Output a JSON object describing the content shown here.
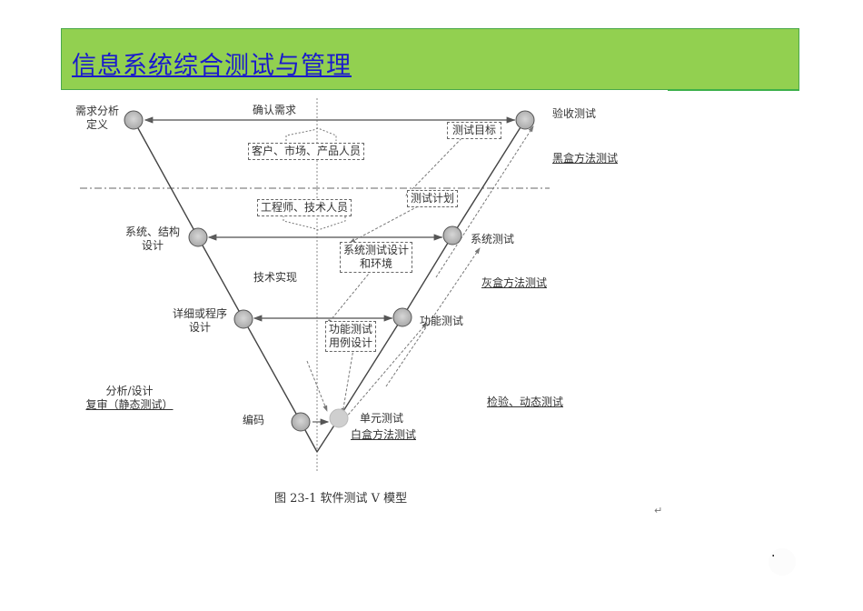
{
  "slide": {
    "title": "信息系统综合测试与管理",
    "colors": {
      "title_bar_bg": "#92d050",
      "title_bar_border": "#4aa84a",
      "title_text": "#1a1acc"
    }
  },
  "figure": {
    "caption": "图 23-1   软件测试 V 模型",
    "left_nodes": [
      {
        "label_line1": "需求分析",
        "label_line2": "定义"
      },
      {
        "label_line1": "系统、结构",
        "label_line2": "设计"
      },
      {
        "label_line1": "详细或程序",
        "label_line2": "设计"
      },
      {
        "label_line1": "编码",
        "label_line2": ""
      }
    ],
    "right_nodes": [
      {
        "label": "验收测试"
      },
      {
        "label": "系统测试"
      },
      {
        "label": "功能测试"
      },
      {
        "label": "单元测试"
      }
    ],
    "arrows_labels": {
      "confirm_requirements": "确认需求",
      "tech_implementation": "技术实现"
    },
    "boxes": {
      "customers": "客户、市场、产品人员",
      "engineers": "工程师、技术人员",
      "test_goal": "测试目标",
      "test_plan": "测试计划",
      "system_test_design_line1": "系统测试设计",
      "system_test_design_line2": "和环境",
      "func_test_case_line1": "功能测试",
      "func_test_case_line2": "用例设计"
    },
    "method_labels": {
      "black_box": "黑盒方法测试",
      "gray_box": "灰盒方法测试",
      "white_box": "白盒方法测试",
      "dynamic": "检验、动态测试",
      "static_line1": "分析/设计",
      "static_line2": "复审（静态测试）"
    }
  },
  "footer": {
    "return_mark": "↵",
    "page_dot": "·"
  }
}
